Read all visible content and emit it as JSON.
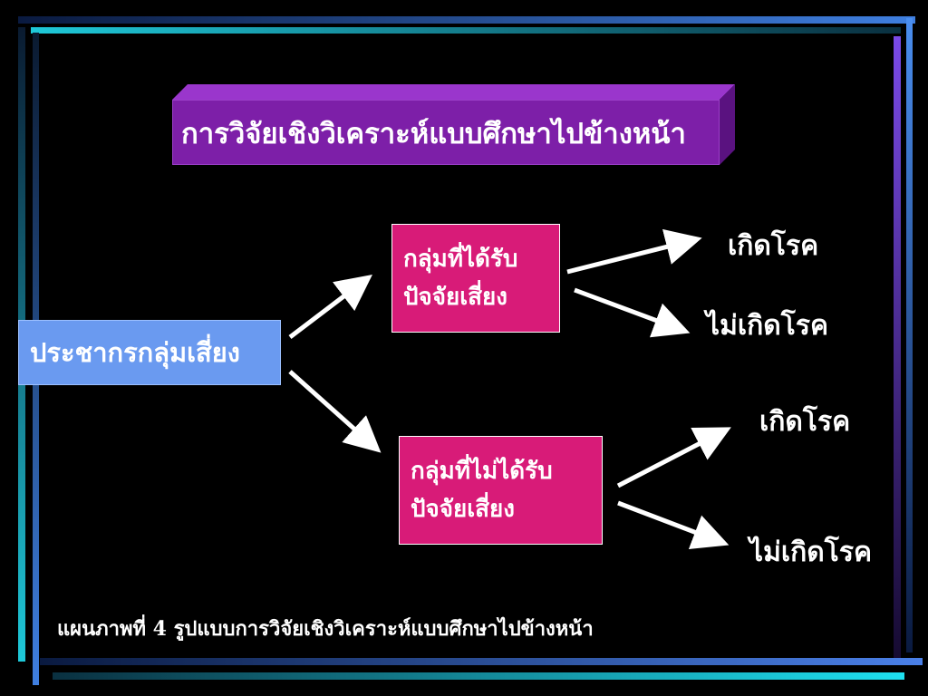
{
  "colors": {
    "background": "#000000",
    "title_box": "#7d1fa8",
    "population_box": "#6a9af0",
    "group_box": "#d81b78",
    "arrow": "#ffffff",
    "frame_blue": "#3f7fe0",
    "frame_cyan": "#1ec8d8"
  },
  "title": "การวิจัยเชิงวิเคราะห์แบบศึกษาไปข้างหน้า",
  "population": "ประชากรกลุ่มเสี่ยง",
  "groups": [
    {
      "line1": "กลุ่มที่ได้รับ",
      "line2": "ปัจจัยเสี่ยง",
      "outcomes": [
        "เกิดโรค",
        "ไม่เกิดโรค"
      ]
    },
    {
      "line1": "กลุ่มที่ไม่ได้รับ",
      "line2": "ปัจจัยเสี่ยง",
      "outcomes": [
        "เกิดโรค",
        "ไม่เกิดโรค"
      ]
    }
  ],
  "caption": "แผนภาพที่ 4  รูปแบบการวิจัยเชิงวิเคราะห์แบบศึกษาไปข้างหน้า"
}
